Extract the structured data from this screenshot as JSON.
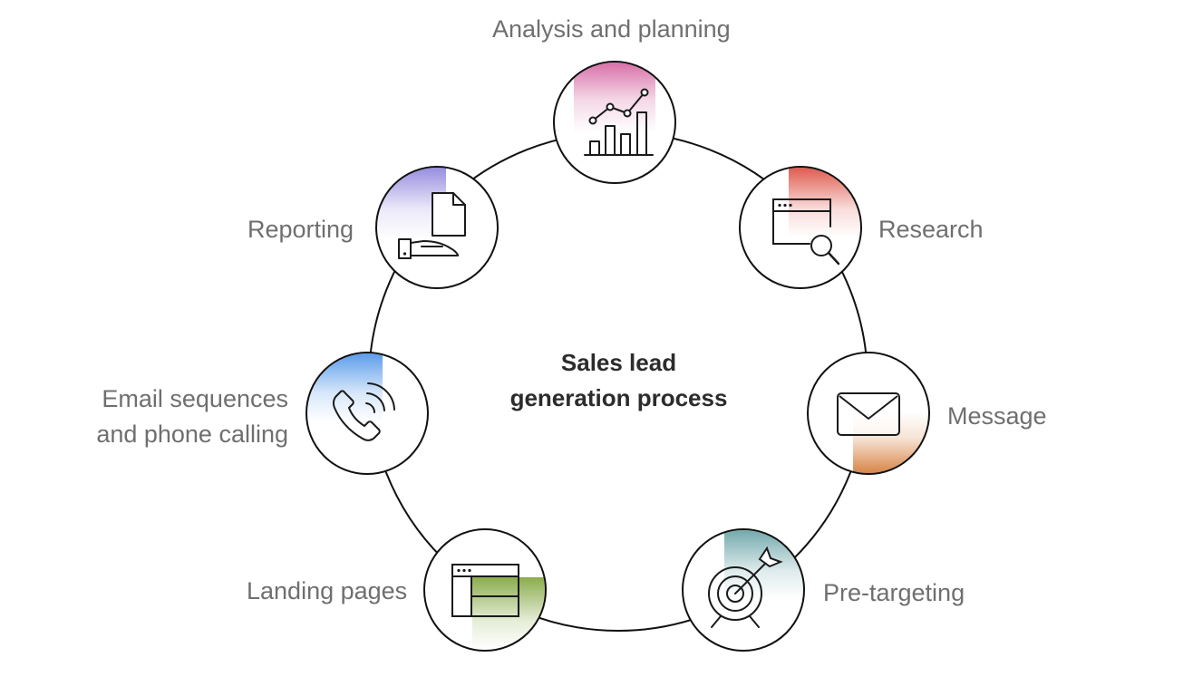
{
  "title": {
    "line1": "Sales lead",
    "line2": "generation process"
  },
  "stages": [
    {
      "id": "analysis",
      "label": "Analysis and planning",
      "icon": "bar-chart-icon",
      "accent": "#d4619e"
    },
    {
      "id": "research",
      "label": "Research",
      "icon": "browser-search-icon",
      "accent": "#dc4b3e"
    },
    {
      "id": "message",
      "label": "Message",
      "icon": "envelope-icon",
      "accent": "#d2722b"
    },
    {
      "id": "pretargeting",
      "label": "Pre-targeting",
      "icon": "target-icon",
      "accent": "#5c9b9f"
    },
    {
      "id": "landing",
      "label": "Landing pages",
      "icon": "web-page-layout-icon",
      "accent": "#7ea33a"
    },
    {
      "id": "email",
      "label_lines": [
        "Email sequences",
        "and phone calling"
      ],
      "icon": "phone-call-icon",
      "accent": "#3d8ae6"
    },
    {
      "id": "reporting",
      "label": "Reporting",
      "icon": "document-hand-icon",
      "accent": "#7b6fd6"
    }
  ]
}
